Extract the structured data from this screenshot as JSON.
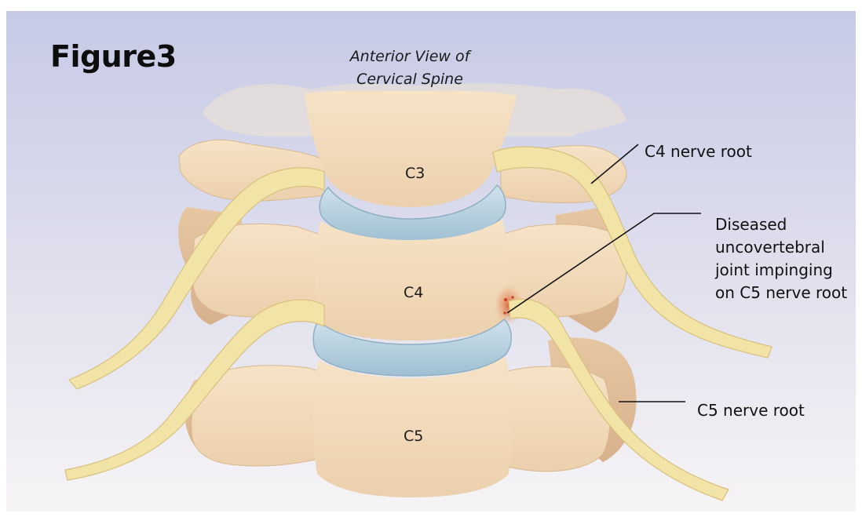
{
  "figure": {
    "title": "Figure3",
    "view_title_lines": [
      "Anterior View of",
      "Cervical Spine"
    ]
  },
  "vertebrae": {
    "c3": "C3",
    "c4": "C4",
    "c5": "C5"
  },
  "callouts": {
    "c4_nerve_root": "C4 nerve root",
    "diseased_lines": [
      "Diseased",
      "uncovertebral",
      "joint impinging",
      "on C5 nerve root"
    ],
    "c5_nerve_root": "C5 nerve root"
  },
  "colors": {
    "background_top": "#c9cde6",
    "background_bottom": "#f4f2f4",
    "bone": "#f3ddbd",
    "bone_shadow": "#d9b894",
    "nerve": "#f1e2a4",
    "disc": "#b9d4e2",
    "inflammation": "#d9603a"
  }
}
